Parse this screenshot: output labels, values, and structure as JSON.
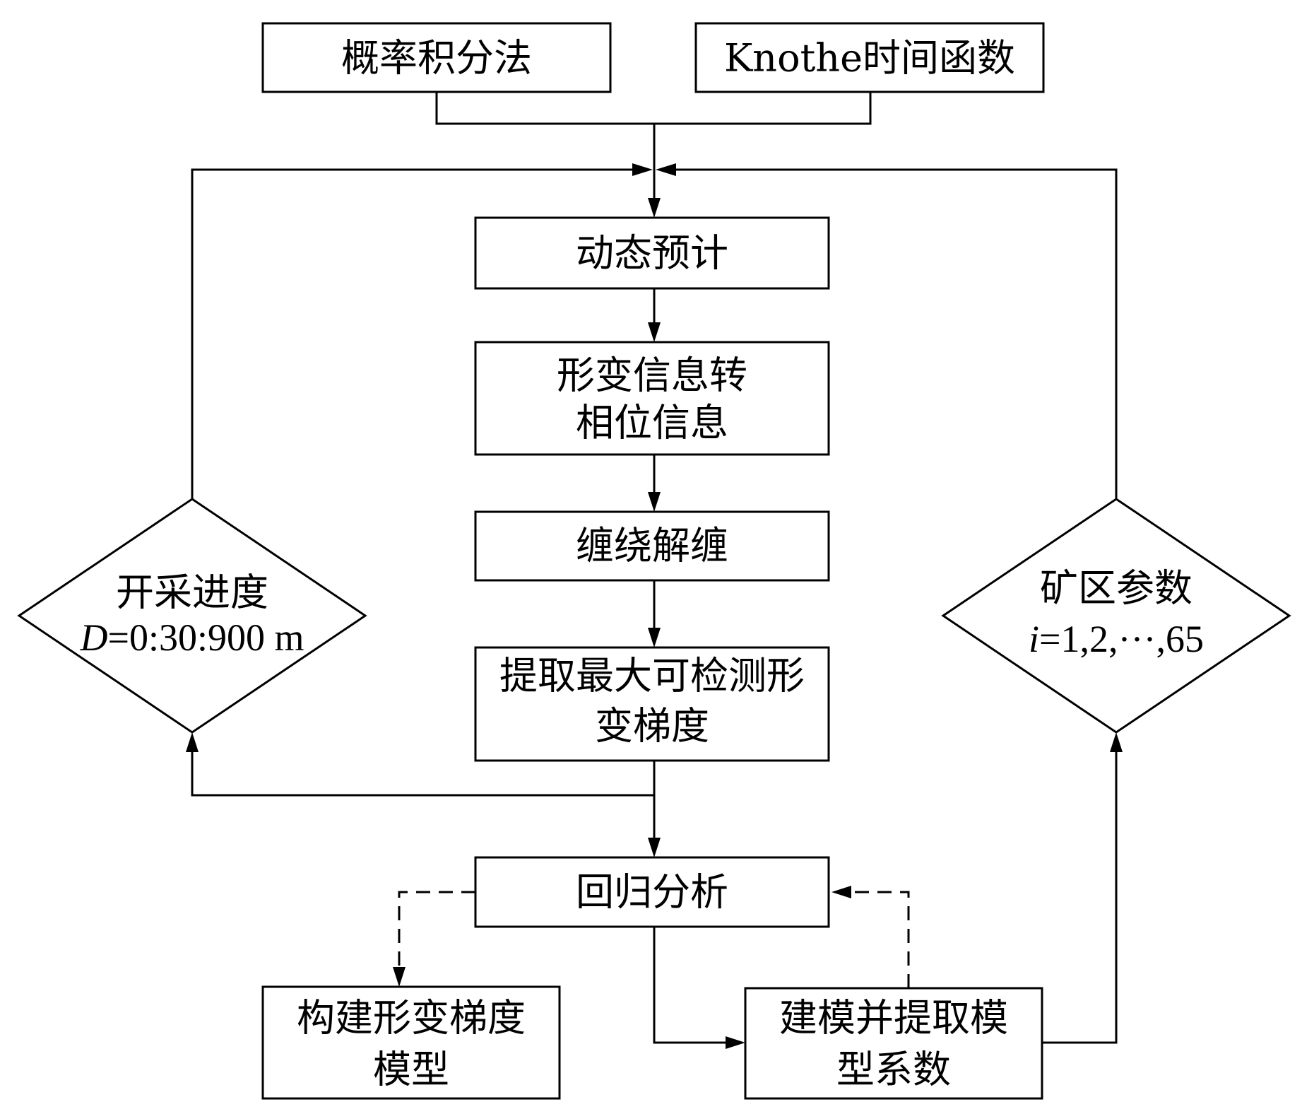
{
  "nodes": {
    "probability_integral": "概率积分法",
    "knothe_time_function": "Knothe时间函数",
    "dynamic_prediction": "动态预计",
    "deformation_to_phase": [
      "形变信息转",
      "相位信息"
    ],
    "phase_unwrapping": "缠绕解缠",
    "max_gradient": [
      "提取最大可检测形",
      "变梯度"
    ],
    "regression": "回归分析",
    "gradient_model": [
      "构建形变梯度",
      "模型"
    ],
    "model_coefficients": [
      "建模并提取模",
      "型系数"
    ]
  },
  "decisions": {
    "mining_progress": {
      "title": "开采进度",
      "var": "D",
      "expr": "=0:30:900 m"
    },
    "mine_parameters": {
      "title": "矿区参数",
      "var": "i",
      "expr": "=1,2,···,65"
    }
  }
}
